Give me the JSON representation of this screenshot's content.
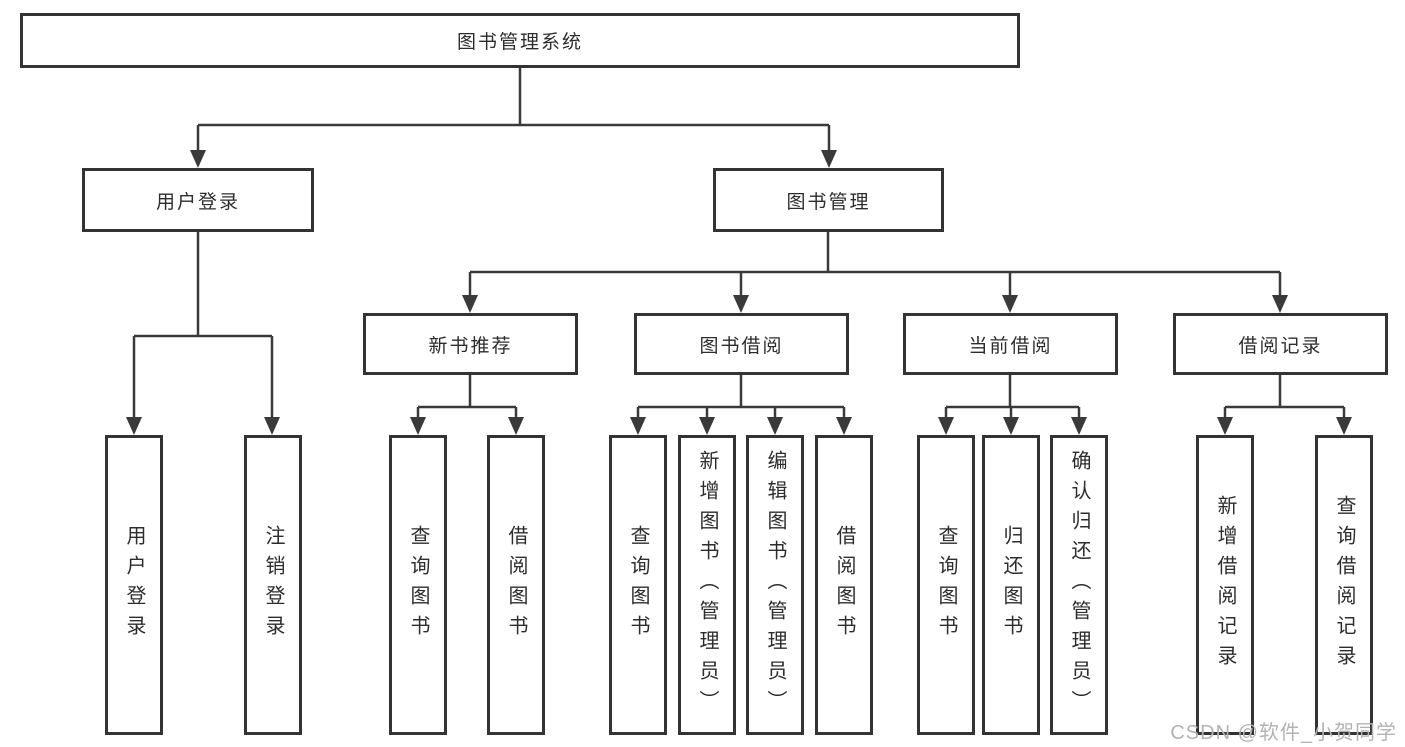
{
  "diagram": {
    "root": {
      "label": "图书管理系统"
    },
    "branches": [
      {
        "label": "用户登录",
        "children": [
          {
            "label": "用户登录"
          },
          {
            "label": "注销登录"
          }
        ]
      },
      {
        "label": "图书管理",
        "children": [
          {
            "label": "新书推荐",
            "children": [
              {
                "label": "查询图书"
              },
              {
                "label": "借阅图书"
              }
            ]
          },
          {
            "label": "图书借阅",
            "children": [
              {
                "label": "查询图书"
              },
              {
                "label": "新增图书（管理员）"
              },
              {
                "label": "编辑图书（管理员）"
              },
              {
                "label": "借阅图书"
              }
            ]
          },
          {
            "label": "当前借阅",
            "children": [
              {
                "label": "查询图书"
              },
              {
                "label": "归还图书"
              },
              {
                "label": "确认归还（管理员）"
              }
            ]
          },
          {
            "label": "借阅记录",
            "children": [
              {
                "label": "新增借阅记录"
              },
              {
                "label": "查询借阅记录"
              }
            ]
          }
        ]
      }
    ]
  },
  "watermark": {
    "text": "CSDN @软件_小贺同学"
  },
  "colors": {
    "line": "#3a3a3a",
    "box_border": "#333333",
    "box_fill": "#ffffff",
    "text": "#2d2d2d",
    "watermark": "#b3b3b3"
  }
}
